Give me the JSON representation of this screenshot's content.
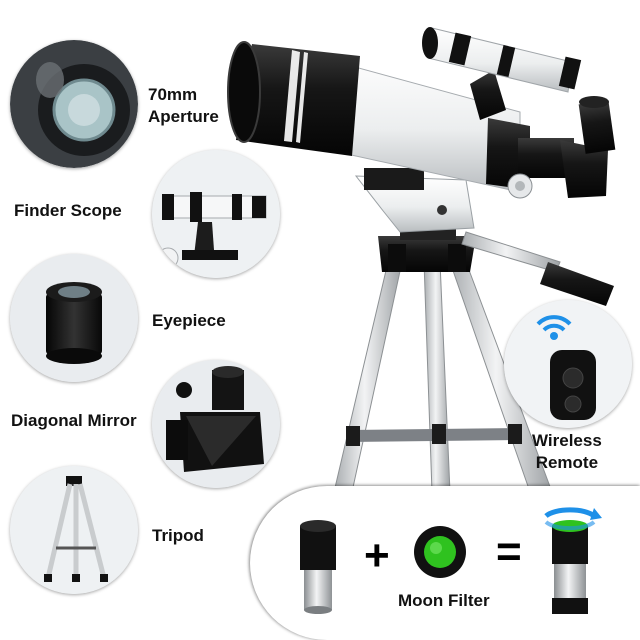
{
  "labels": {
    "aperture_line1": "70mm",
    "aperture_line2": "Aperture",
    "finder_scope": "Finder Scope",
    "eyepiece": "Eyepiece",
    "diagonal_mirror": "Diagonal Mirror",
    "tripod": "Tripod",
    "wireless_line1": "Wireless",
    "wireless_line2": "Remote",
    "moon_filter": "Moon Filter"
  },
  "operators": {
    "plus": "+",
    "equals": "="
  },
  "colors": {
    "tube_white": "#f4f5f6",
    "tube_black": "#141414",
    "tripod_silver": "#d8dadc",
    "filter_green": "#2fc21f",
    "bluetooth_blue": "#1e90e8"
  }
}
